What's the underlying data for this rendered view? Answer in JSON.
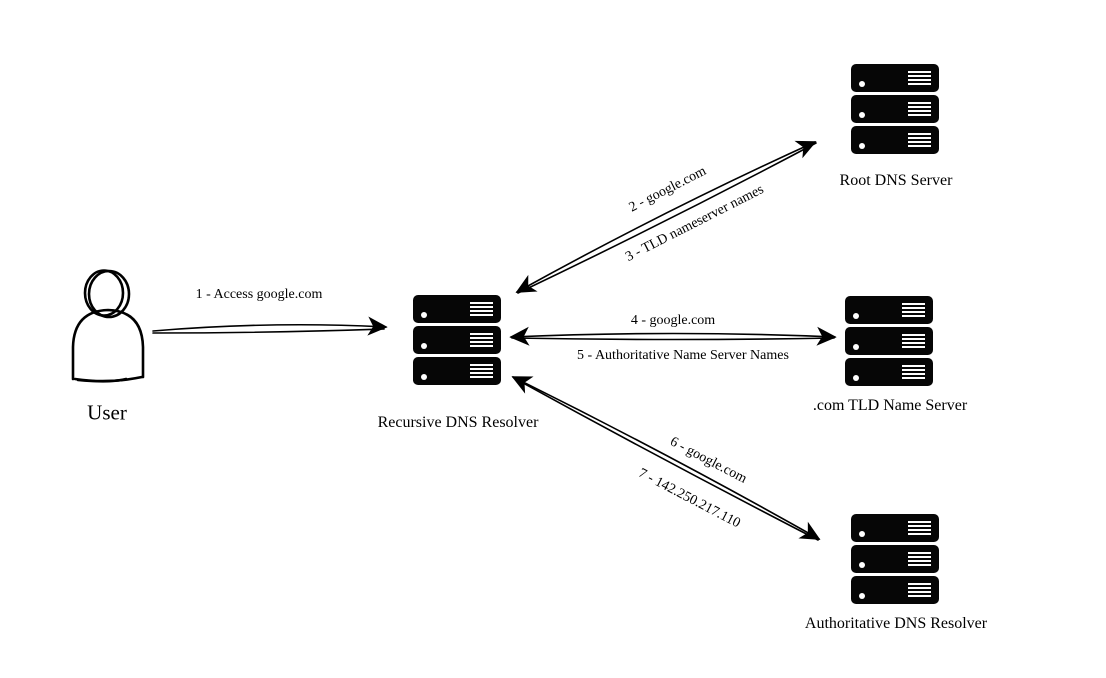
{
  "nodes": {
    "user": {
      "label": "User"
    },
    "recursive": {
      "label": "Recursive DNS Resolver"
    },
    "root": {
      "label": "Root DNS Server"
    },
    "tld": {
      "label": ".com TLD Name Server"
    },
    "authoritative": {
      "label": "Authoritative DNS Resolver"
    }
  },
  "edges": [
    {
      "from": "user",
      "to": "recursive",
      "label": "1 - Access google.com"
    },
    {
      "from": "recursive",
      "to": "root",
      "label": "2 - google.com"
    },
    {
      "from": "root",
      "to": "recursive",
      "label": "3 - TLD nameserver names"
    },
    {
      "from": "recursive",
      "to": "tld",
      "label": "4 - google.com"
    },
    {
      "from": "tld",
      "to": "recursive",
      "label": "5 - Authoritative Name Server Names"
    },
    {
      "from": "recursive",
      "to": "authoritative",
      "label": "6 - google.com"
    },
    {
      "from": "authoritative",
      "to": "recursive",
      "label": "7 - 142.250.217.110"
    }
  ],
  "colors": {
    "ink": "#000000",
    "background": "#ffffff"
  }
}
